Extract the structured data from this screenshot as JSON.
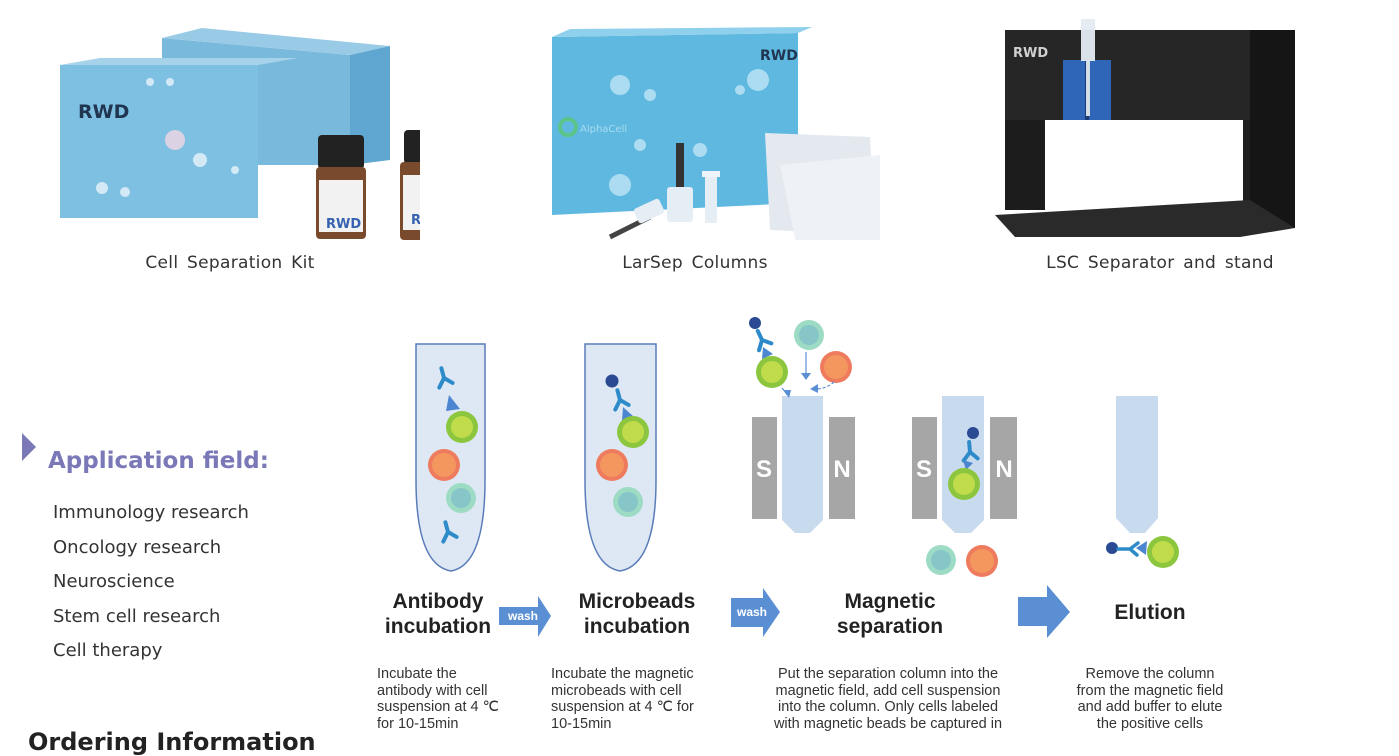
{
  "products": [
    {
      "caption": "Cell Separation Kit",
      "image": "cell-separation-kit-photo",
      "brand": "RWD"
    },
    {
      "caption": "LarSep Columns",
      "image": "larsep-columns-photo",
      "brand": "RWD"
    },
    {
      "caption": "LSC Separator and stand",
      "image": "lsc-separator-stand-photo",
      "brand": "RWD"
    }
  ],
  "application": {
    "title": "Application field:",
    "items": [
      "Immunology research",
      "Oncology research",
      "Neuroscience",
      "Stem cell research",
      "Cell therapy"
    ]
  },
  "ordering": {
    "title": "Ordering Information"
  },
  "workflow": {
    "steps": [
      {
        "title_line1": "Antibody",
        "title_line2": "incubation",
        "desc": [
          "Incubate the",
          "antibody with cell",
          "suspension at 4 ℃",
          "for 10-15min"
        ]
      },
      {
        "title_line1": "Microbeads",
        "title_line2": "incubation",
        "desc": [
          "Incubate the magnetic",
          "microbeads  with cell",
          "suspension at 4 ℃ for",
          "10-15min"
        ]
      },
      {
        "title_line1": "Magnetic",
        "title_line2": "separation",
        "desc": [
          "Put the separation column into the",
          "magnetic field, add cell suspension",
          "into the column. Only cells labeled",
          "with magnetic beads be captured in"
        ]
      },
      {
        "title_line1": "Elution",
        "title_line2": "",
        "desc": [
          "Remove the column",
          "from the magnetic field",
          "and add buffer to elute",
          "the positive cells"
        ]
      }
    ],
    "arrows": [
      {
        "label": "wash"
      },
      {
        "label": "wash"
      },
      {
        "label": ""
      }
    ],
    "magnet_poles": {
      "south": "S",
      "north": "N"
    }
  },
  "colors": {
    "accent_purple": "#7b78b8",
    "arrow_blue": "#5b8fd4",
    "tube_fill": "#dde8f4",
    "column_fill": "#c8daee",
    "magnet_gray": "#a6a6a6",
    "cell_green": "#8cc63f",
    "cell_red": "#ef7b5f",
    "cell_teal": "#8fd3c0",
    "bead_navy": "#2a4a94",
    "antibody_blue": "#2e8bc9",
    "box_blue": "#6fb8de"
  }
}
